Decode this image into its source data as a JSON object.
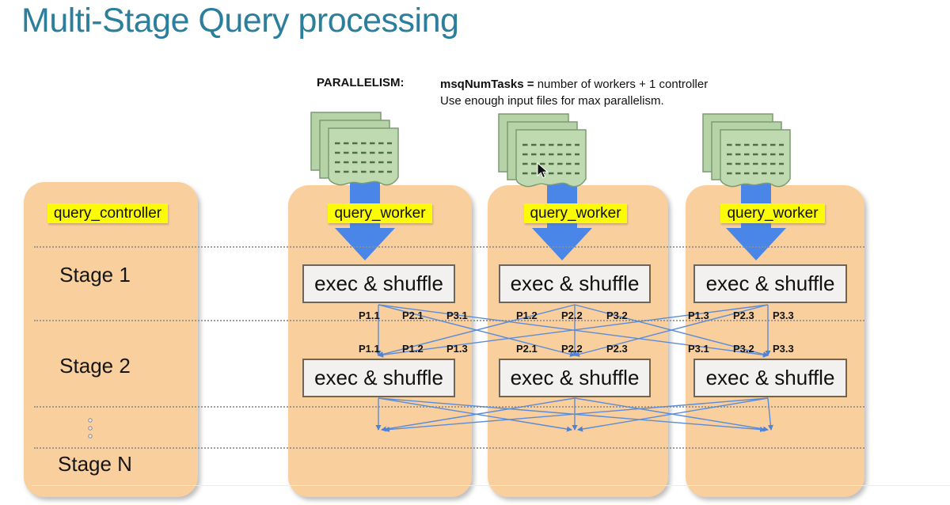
{
  "title": "Multi-Stage Query processing",
  "parallelism": {
    "heading": "PARALLELISM:",
    "term": "msqNumTasks =",
    "definition": " number of workers + 1 controller",
    "note": "Use enough input files for max parallelism."
  },
  "controller": {
    "label": "query_controller",
    "stages": [
      {
        "label": "Stage 1"
      },
      {
        "label": "Stage 2"
      },
      {
        "label": "Stage N"
      }
    ]
  },
  "workers": [
    {
      "label": "query_worker",
      "stage1_box": "exec & shuffle",
      "stage2_box": "exec & shuffle",
      "stage1_partitions": [
        "P1.1",
        "P2.1",
        "P3.1"
      ],
      "stage2_partitions": [
        "P1.1",
        "P1.2",
        "P1.3"
      ]
    },
    {
      "label": "query_worker",
      "stage1_box": "exec & shuffle",
      "stage2_box": "exec & shuffle",
      "stage1_partitions": [
        "P1.2",
        "P2.2",
        "P3.2"
      ],
      "stage2_partitions": [
        "P2.1",
        "P2.2",
        "P2.3"
      ]
    },
    {
      "label": "query_worker",
      "stage1_box": "exec & shuffle",
      "stage2_box": "exec & shuffle",
      "stage1_partitions": [
        "P1.3",
        "P2.3",
        "P3.3"
      ],
      "stage2_partitions": [
        "P3.1",
        "P3.2",
        "P3.3"
      ]
    }
  ],
  "icons": {
    "documents": "input-files-stack",
    "flow_arrow": "blue-down-arrow",
    "cursor": "mouse-pointer",
    "ellipsis": "vertical-ellipsis-dots"
  },
  "colors": {
    "title_teal": "#2b7e9c",
    "panel_orange": "#f9cf9e",
    "highlight_yellow": "#fbfb05",
    "arrow_blue": "#4a86e8",
    "shuffle_line_blue": "#5b8cd8",
    "doc_green": "#bcd8ab",
    "box_fill": "#f2f1ef",
    "box_border": "#6f6555"
  }
}
